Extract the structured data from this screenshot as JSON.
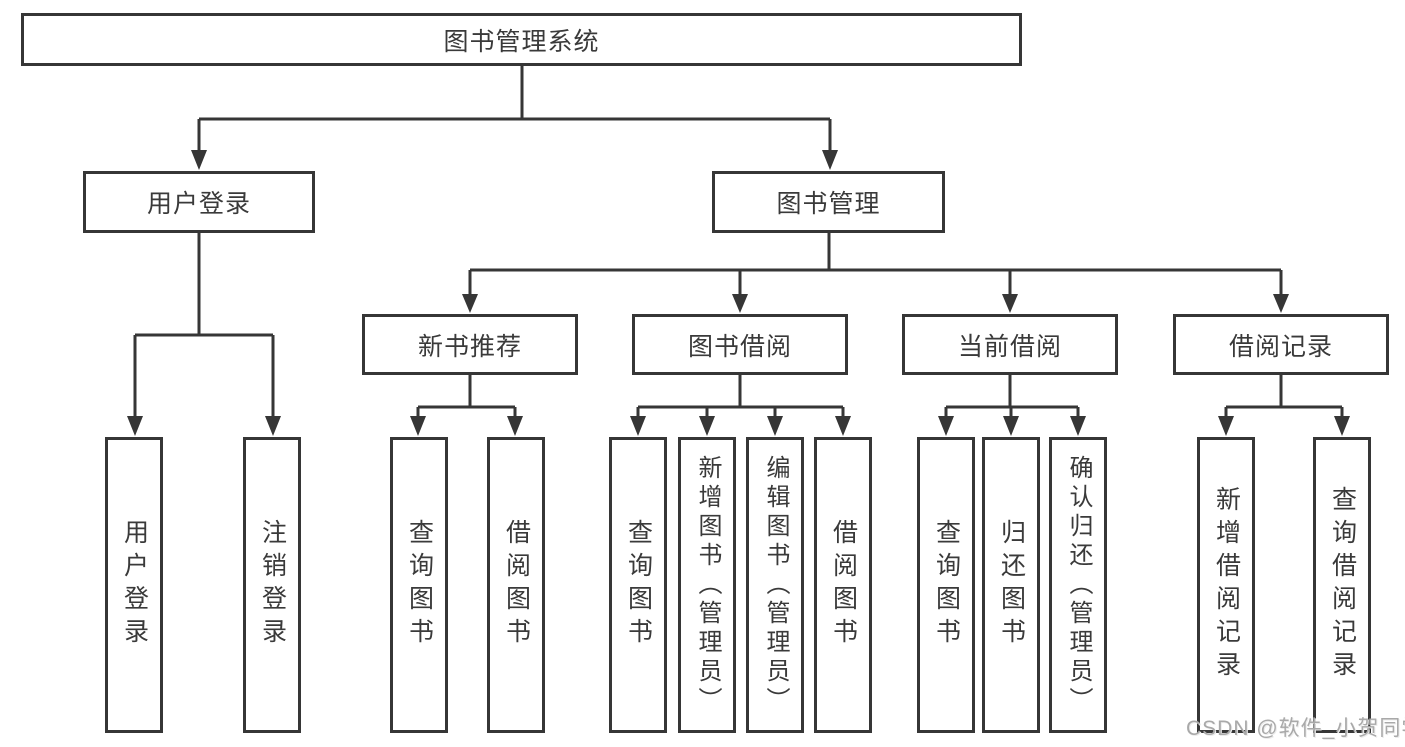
{
  "nodes": {
    "root": "图书管理系统",
    "level2": {
      "login": "用户登录",
      "manage": "图书管理"
    },
    "level3": {
      "newbook": "新书推荐",
      "borrow": "图书借阅",
      "current": "当前借阅",
      "records": "借阅记录"
    },
    "leaves": {
      "login": [
        "用户登录",
        "注销登录"
      ],
      "newbook": [
        "查询图书",
        "借阅图书"
      ],
      "borrow": [
        "查询图书",
        "新增图书（管理员）",
        "编辑图书（管理员）",
        "借阅图书"
      ],
      "current": [
        "查询图书",
        "归还图书",
        "确认归还（管理员）"
      ],
      "records": [
        "新增借阅记录",
        "查询借阅记录"
      ]
    }
  },
  "watermark": "CSDN @软件_小贺同学",
  "colors": {
    "line": "#363636",
    "text": "#3a3a3a",
    "watermark": "#a9a9a9",
    "background": "#ffffff"
  }
}
